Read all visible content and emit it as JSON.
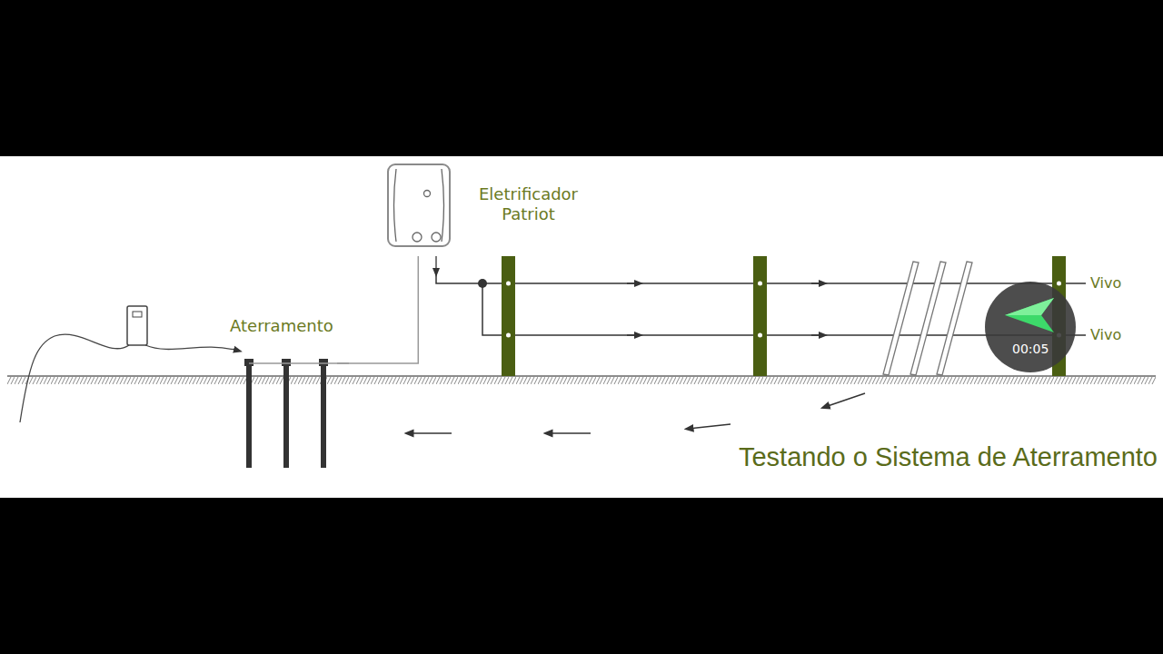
{
  "diagram": {
    "caption": "Testando o Sistema de Aterramento",
    "nodes": [
      {
        "text": [
          "Eletrificador Patriot"
        ]
      },
      {
        "text": [
          "Aterramento"
        ]
      }
    ],
    "edges": [
      {
        "from": 0,
        "to": 1,
        "arrow": "none"
      }
    ],
    "labels": [
      "Vivo",
      "Vivo",
      "00:05"
    ]
  }
}
